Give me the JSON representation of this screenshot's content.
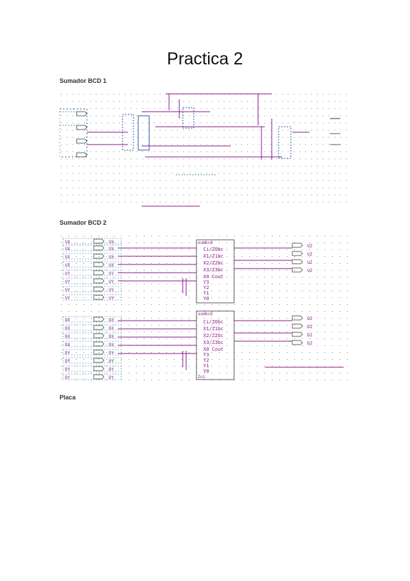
{
  "document": {
    "title": "Practica 2",
    "sections": [
      {
        "heading": "Sumador BCD 1"
      },
      {
        "heading": "Sumador BCD 2"
      },
      {
        "heading": "Placa"
      }
    ]
  },
  "schematic2": {
    "block_title": "sumbcd",
    "block_ports": [
      "Ci/Z0bc",
      "X1/Z1bc",
      "X2/Z2bc",
      "X3/Z3bc",
      "X0 Cout",
      "Y3",
      "Y2",
      "Y1",
      "Y0",
      "Ini"
    ],
    "input_labels": [
      "UX",
      "UX",
      "UX",
      "UX",
      "UY",
      "UY",
      "UY",
      "UY",
      "DX",
      "DX",
      "DX",
      "DX",
      "DY",
      "DY",
      "DY",
      "DY"
    ],
    "output_labels": [
      "UZ",
      "UZ",
      "UZ",
      "UZ",
      "DZ",
      "DZ",
      "DZ",
      "DZ"
    ]
  },
  "colors": {
    "wire": "#8a1a8a",
    "dots": "#7a7a7a",
    "dashed": "#1a7a9a"
  }
}
